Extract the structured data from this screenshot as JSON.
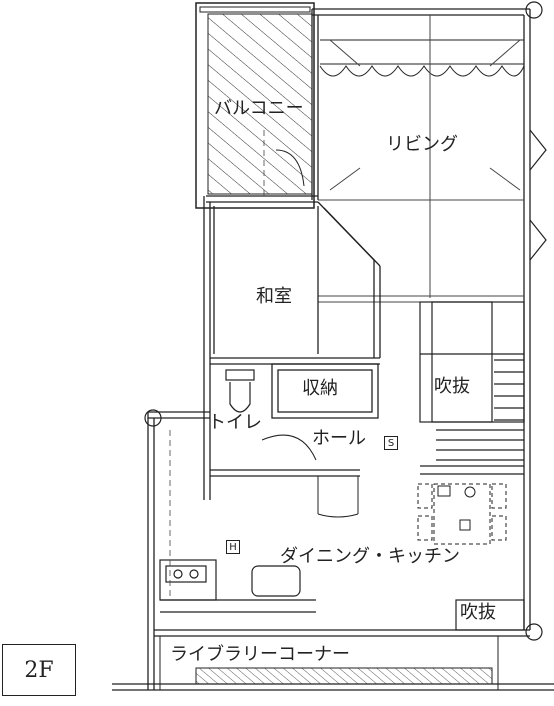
{
  "floor_label": "2F",
  "rooms": {
    "balcony": "バルコニー",
    "living": "リビング",
    "washitsu": "和室",
    "storage": "収納",
    "fukinuke_upper": "吹抜",
    "toilet": "トイレ",
    "hall": "ホール",
    "dining_kitchen": "ダイニング・キッチン",
    "fukinuke_lower": "吹抜",
    "library_corner": "ライブラリーコーナー"
  },
  "symbols": {
    "s_mark": "S",
    "h_mark": "H"
  }
}
